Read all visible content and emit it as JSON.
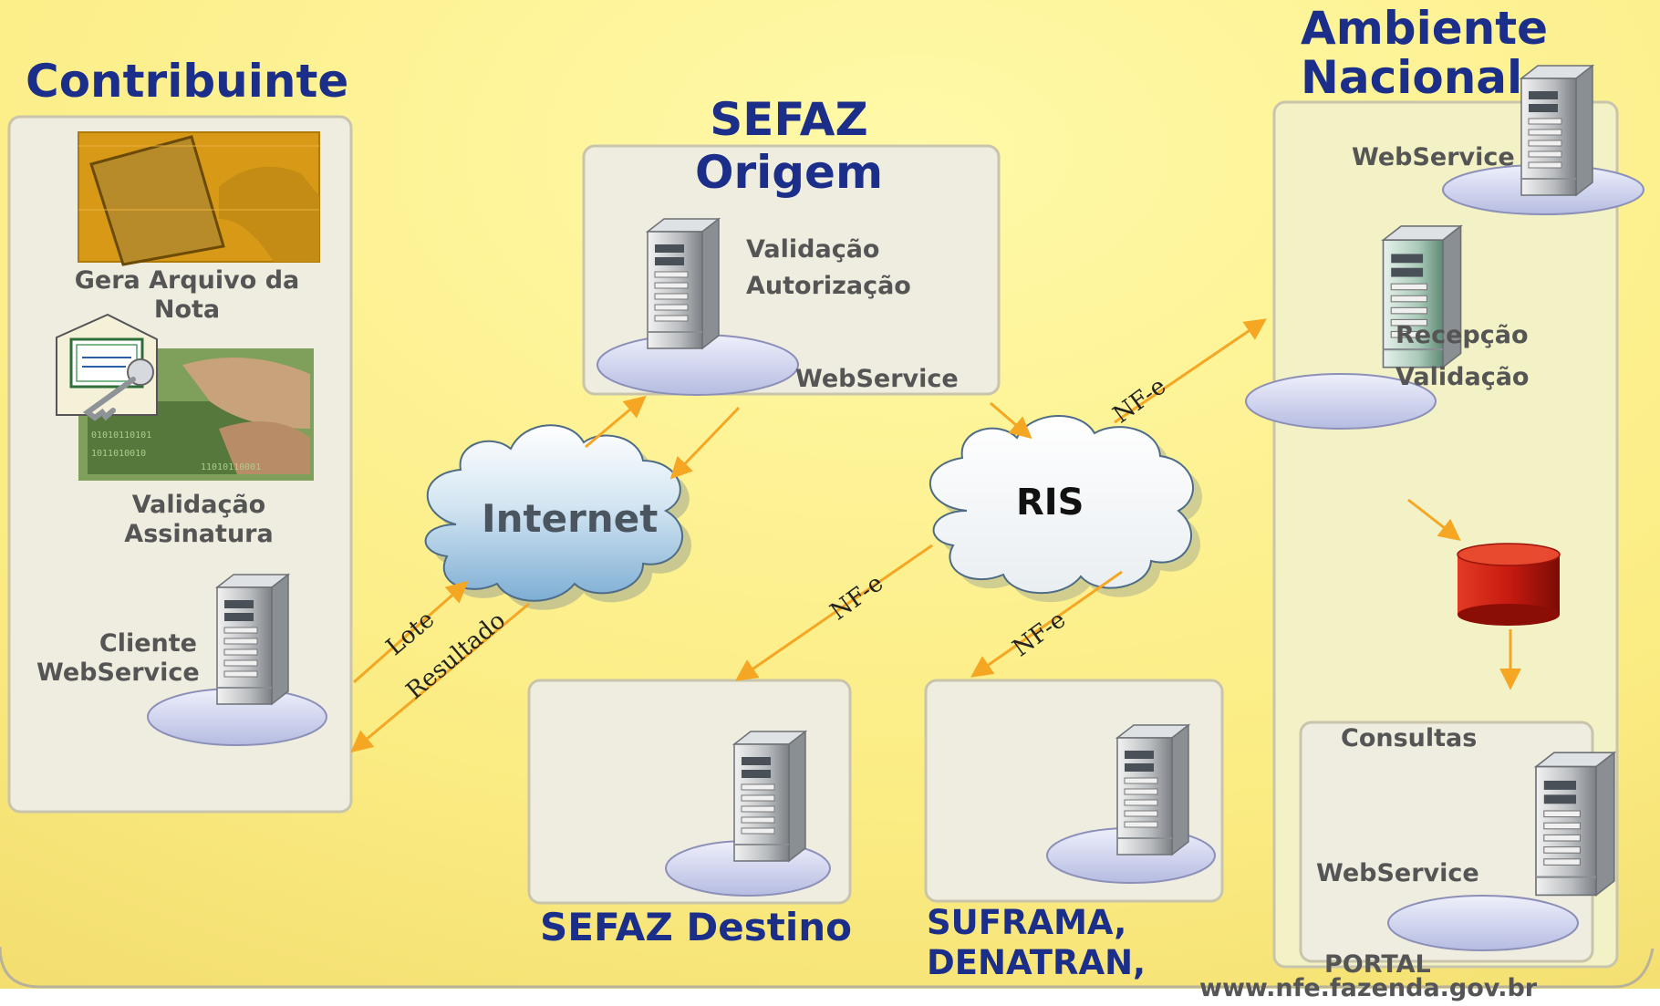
{
  "titles": {
    "contribuinte": "Contribuinte",
    "sefaz_origem_1": "SEFAZ",
    "sefaz_origem_2": "Origem",
    "ambiente_1": "Ambiente",
    "ambiente_2": "Nacional",
    "sefaz_destino": "SEFAZ Destino",
    "suframa_1": "SUFRAMA,",
    "suframa_2": "DENATRAN,"
  },
  "contribuinte": {
    "gera_1": "Gera Arquivo da",
    "gera_2": "Nota",
    "val_1": "Validação",
    "val_2": "Assinatura",
    "cliente_1": "Cliente",
    "cliente_2": "WebService"
  },
  "sefaz_origem": {
    "line1": "Validação",
    "line2": "Autorização",
    "webservice": "WebService"
  },
  "clouds": {
    "internet": "Internet",
    "ris": "RIS"
  },
  "arrows": {
    "lote": "Lote",
    "resultado": "Resultado",
    "nfe": "NF-e"
  },
  "ambiente": {
    "webservice_top": "WebService",
    "recepcao": "Recepção",
    "validacao": "Validação",
    "consultas": "Consultas",
    "webservice_bottom": "WebService",
    "portal": "PORTAL"
  },
  "footer_url": "www.nfe.fazenda.gov.br",
  "colors": {
    "title_blue": "#1b2f8a",
    "arrow_orange": "#f5a623",
    "panel_fill": "#efede0",
    "background_yellow": "#fdf08a",
    "db_red": "#c81a10"
  }
}
